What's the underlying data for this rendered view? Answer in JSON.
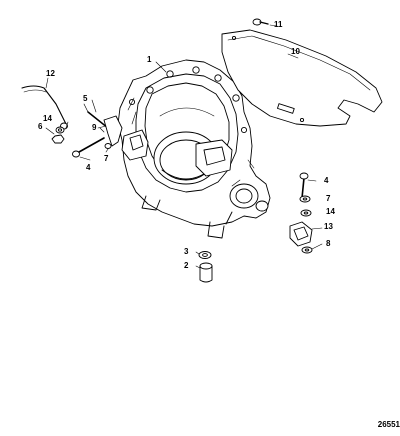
{
  "diagram": {
    "figure_id": "26551",
    "callouts": {
      "c1": "1",
      "c2": "2",
      "c3": "3",
      "c4a": "4",
      "c4b": "4",
      "c5": "5",
      "c6": "6",
      "c7a": "7",
      "c7b": "7",
      "c8": "8",
      "c9": "9",
      "c10": "10",
      "c11": "11",
      "c12": "12",
      "c13": "13",
      "c14a": "14",
      "c14b": "14"
    }
  }
}
